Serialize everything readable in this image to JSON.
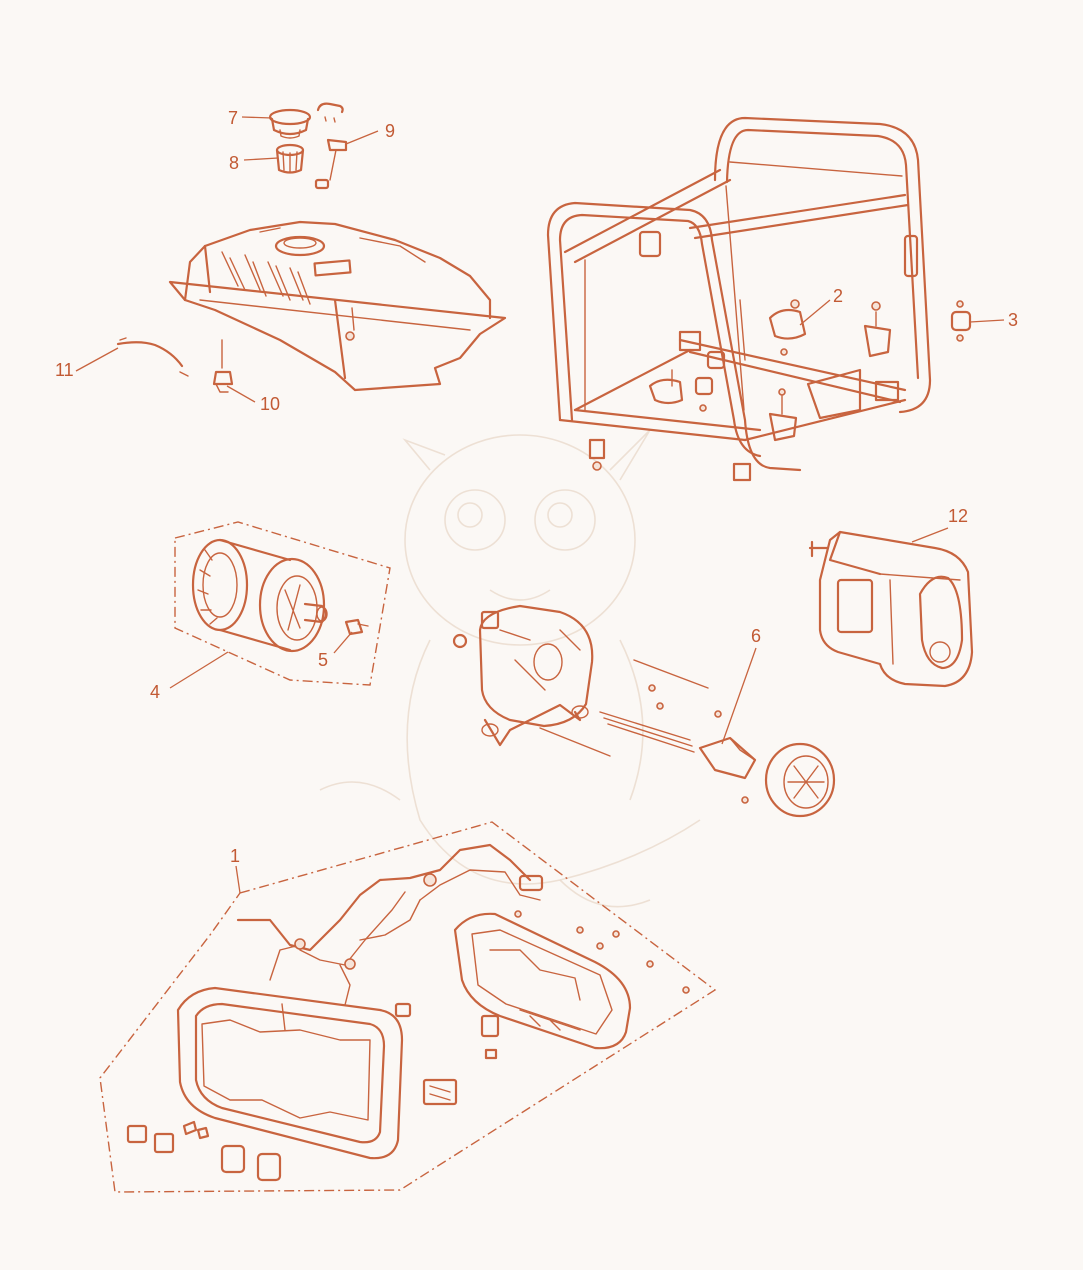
{
  "colors": {
    "line": "#c8643f",
    "text": "#c25a34",
    "background": "#fbf8f5"
  },
  "callouts": {
    "wiring_harness": "1",
    "frame_vibration_mount": "2",
    "frame_foot": "3",
    "stator_rotor_assembly": "4",
    "brush_holder": "5",
    "regulator_rear_cover": "6",
    "fuel_cap": "7",
    "fuel_filter": "8",
    "fuel_gauge": "9",
    "fuel_valve": "10",
    "fuel_hose": "11",
    "air_cleaner_cover": "12"
  }
}
